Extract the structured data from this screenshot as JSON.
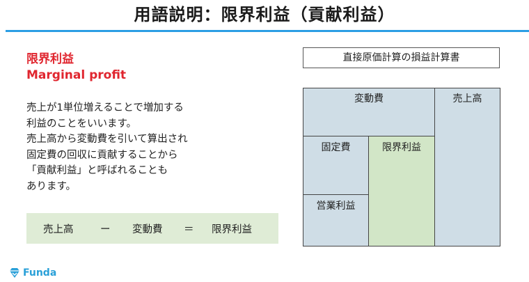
{
  "header": {
    "title": "用語説明：限界利益（貢献利益）"
  },
  "term": {
    "japanese": "限界利益",
    "english": "Marginal profit"
  },
  "description": {
    "lines": [
      "売上が1単位増えることで増加する",
      "利益のことをいいます。",
      "売上高から変動費を引いて算出され",
      "固定費の回収に貢献することから",
      "「貢献利益」と呼ばれることも",
      "あります。"
    ]
  },
  "formula": {
    "term1": "売上高",
    "op1": "ー",
    "term2": "変動費",
    "op2": "＝",
    "result": "限界利益"
  },
  "statement": {
    "title": "直接原価計算の損益計算書",
    "variable_cost": "変動費",
    "fixed_cost": "固定費",
    "operating_profit": "営業利益",
    "marginal_profit": "限界利益",
    "sales": "売上高"
  },
  "brand": {
    "name": "Funda",
    "icon": "diamond-logo-icon"
  },
  "colors": {
    "accent_rule": "#2c9ee4",
    "term_red": "#e0262f",
    "formula_bg": "#dfecd6",
    "box_blue": "#cfdde6",
    "box_green": "#d2e6c7"
  }
}
